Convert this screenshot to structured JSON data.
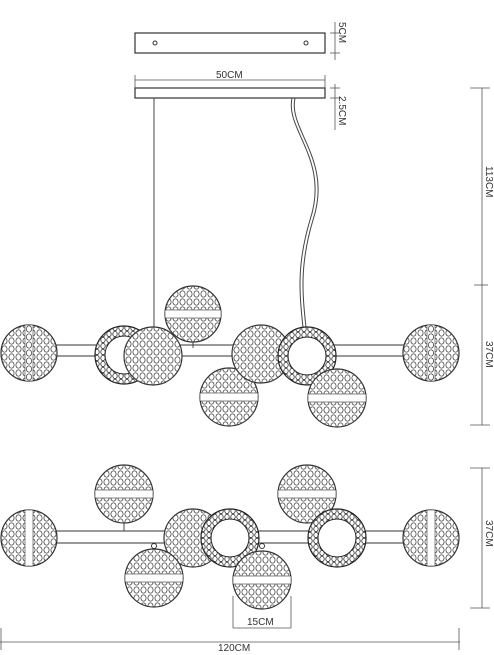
{
  "dimensions": {
    "canopy_height": "5CM",
    "canopy_width": "50CM",
    "canopy_thickness": "2.5CM",
    "total_height": "113CM",
    "fixture_depth_front": "37CM",
    "fixture_depth_top": "37CM",
    "globe_diameter": "15CM",
    "total_length": "120CM"
  },
  "colors": {
    "line": "#444444",
    "background": "#ffffff"
  }
}
